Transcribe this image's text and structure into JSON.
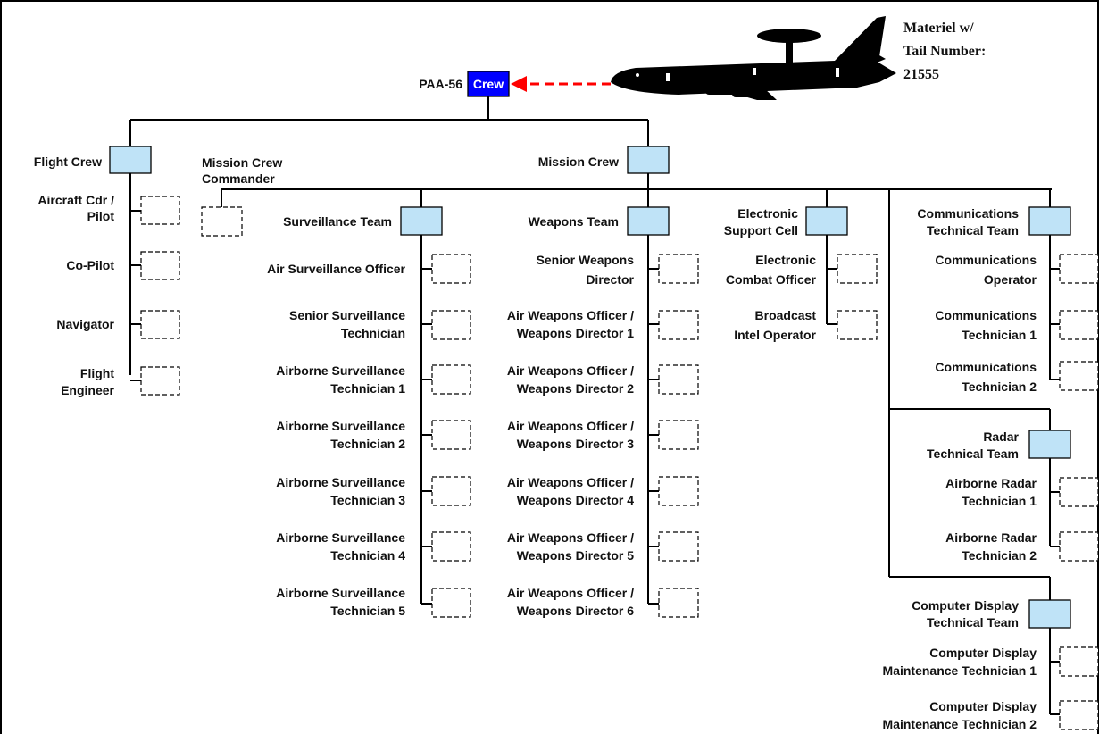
{
  "root": {
    "prefix": "PAA-56",
    "label": "Crew"
  },
  "materiel": {
    "line1": "Materiel w/",
    "line2": "Tail Number:",
    "line3": "21555"
  },
  "flight_crew": {
    "title": "Flight Crew",
    "members": [
      [
        "Aircraft Cdr /",
        "Pilot"
      ],
      [
        "Co-Pilot"
      ],
      [
        "Navigator"
      ],
      [
        "Flight",
        "Engineer"
      ]
    ]
  },
  "mission_crew": {
    "title": "Mission Crew",
    "commander": [
      "Mission Crew",
      "Commander"
    ]
  },
  "surveillance_team": {
    "title": "Surveillance Team",
    "members": [
      [
        "Air Surveillance Officer"
      ],
      [
        "Senior Surveillance",
        "Technician"
      ],
      [
        "Airborne Surveillance",
        "Technician 1"
      ],
      [
        "Airborne Surveillance",
        "Technician 2"
      ],
      [
        "Airborne Surveillance",
        "Technician 3"
      ],
      [
        "Airborne Surveillance",
        "Technician 4"
      ],
      [
        "Airborne Surveillance",
        "Technician 5"
      ]
    ]
  },
  "weapons_team": {
    "title": "Weapons Team",
    "members": [
      [
        "Senior Weapons",
        "Director"
      ],
      [
        "Air Weapons Officer /",
        "Weapons Director 1"
      ],
      [
        "Air Weapons Officer /",
        "Weapons Director 2"
      ],
      [
        "Air Weapons Officer /",
        "Weapons Director 3"
      ],
      [
        "Air Weapons Officer /",
        "Weapons Director 4"
      ],
      [
        "Air Weapons Officer /",
        "Weapons Director 5"
      ],
      [
        "Air Weapons Officer /",
        "Weapons Director 6"
      ]
    ]
  },
  "electronic_support_cell": {
    "title": [
      "Electronic",
      "Support Cell"
    ],
    "members": [
      [
        "Electronic",
        "Combat Officer"
      ],
      [
        "Broadcast",
        "Intel Operator"
      ]
    ]
  },
  "communications_team": {
    "title": [
      "Communications",
      "Technical Team"
    ],
    "members": [
      [
        "Communications",
        "Operator"
      ],
      [
        "Communications",
        "Technician 1"
      ],
      [
        "Communications",
        "Technician 2"
      ]
    ]
  },
  "radar_team": {
    "title": [
      "Radar",
      "Technical Team"
    ],
    "members": [
      [
        "Airborne Radar",
        "Technician 1"
      ],
      [
        "Airborne Radar",
        "Technician 2"
      ]
    ]
  },
  "computer_display_team": {
    "title": [
      "Computer Display",
      "Technical Team"
    ],
    "members": [
      [
        "Computer Display",
        "Maintenance Technician 1"
      ],
      [
        "Computer Display",
        "Maintenance Technician 2"
      ]
    ]
  },
  "colors": {
    "unit_fill": "#bfe3f7",
    "root_fill": "#0000ff",
    "arrow": "#ff0000",
    "aircraft": "#000000"
  },
  "icons": {
    "aircraft": "awacs-aircraft-icon"
  }
}
